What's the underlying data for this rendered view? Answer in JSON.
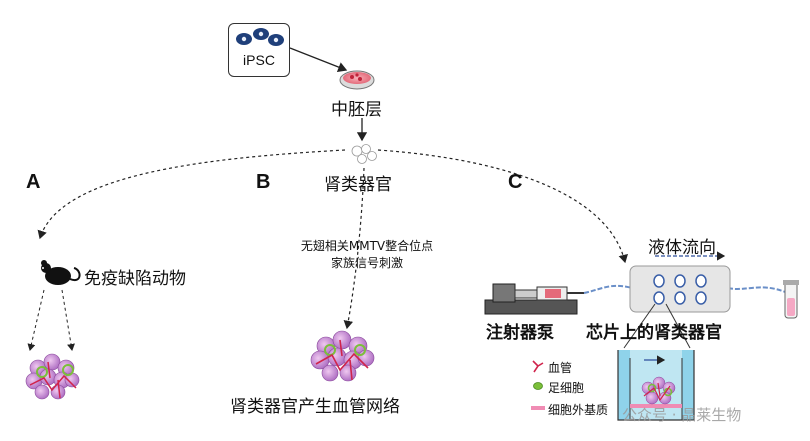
{
  "source": {
    "label": "iPSC"
  },
  "steps": {
    "mesoderm": "中胚层",
    "kidney_organoid": "肾类器官"
  },
  "branch_a": {
    "letter": "A",
    "label": "免疫缺陷动物"
  },
  "branch_b": {
    "letter": "B",
    "note_line1": "无翅相关MMTV整合位点",
    "note_line2": "家族信号刺激",
    "result": "肾类器官产生血管网络"
  },
  "branch_c": {
    "letter": "C",
    "flow_label": "液体流向",
    "pump_label": "注射器泵",
    "chip_label": "芯片上的肾类器官"
  },
  "legend": {
    "items": [
      {
        "label": "血管",
        "color": "#d0244c"
      },
      {
        "label": "足细胞",
        "color": "#7bbf3a"
      },
      {
        "label": "细胞外基质",
        "color": "#f08cb4"
      }
    ]
  },
  "watermark": "公众号 · 晶莱生物"
}
